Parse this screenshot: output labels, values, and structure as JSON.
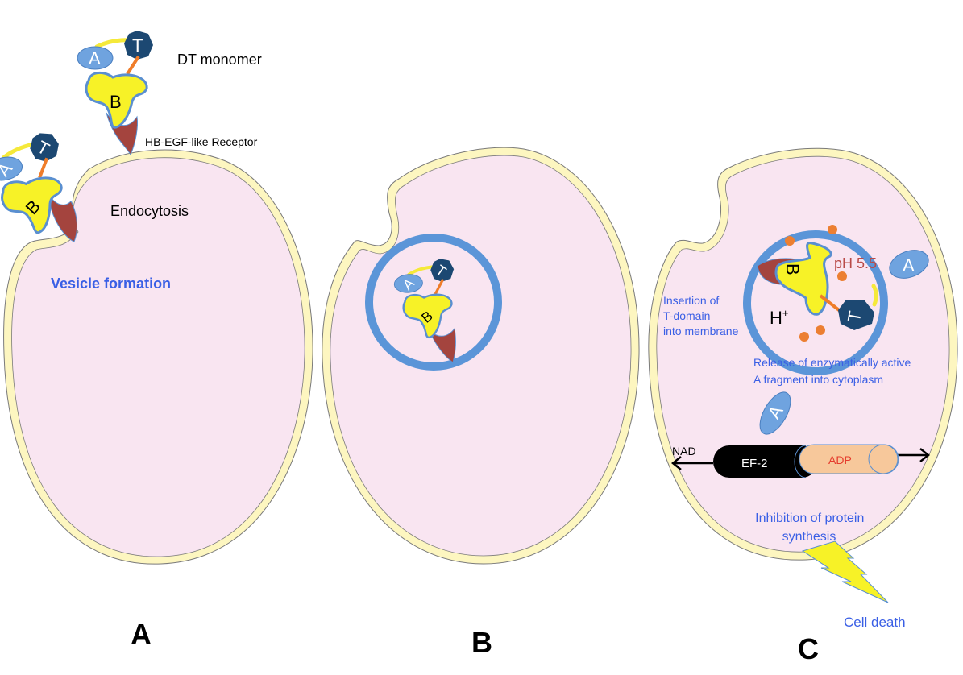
{
  "panels": {
    "a": {
      "label": "A",
      "dt_monomer_label": "DT monomer",
      "receptor_label": "HB-EGF-like Receptor",
      "endocytosis_label": "Endocytosis",
      "vesicle_formation_label": "Vesicle formation"
    },
    "b": {
      "label": "B"
    },
    "c": {
      "label": "C",
      "ph_label": "pH 5.5",
      "proton_label": "H",
      "proton_superscript": "+",
      "insertion_label": [
        "Insertion of",
        "T-domain",
        "into membrane"
      ],
      "release_label": [
        "Release of enzymatically active",
        "A fragment into cytoplasm"
      ],
      "nad_label": "NAD",
      "ef2_label": "EF-2",
      "adp_label": "ADP",
      "inhibition_label": [
        "Inhibition of protein",
        "synthesis"
      ],
      "cell_death_label": "Cell death"
    }
  },
  "fragments": {
    "a_letter": "A",
    "b_letter": "B",
    "t_letter": "T"
  },
  "colors": {
    "membrane": "#fdf6c0",
    "cytoplasm": "#f9e5f1",
    "fragment_a": "#6fa3df",
    "fragment_t": "#1c4872",
    "fragment_b": "#f7f227",
    "receptor": "#a4443e",
    "vesicle": "#5b95d8",
    "proton": "#ec7f32",
    "annotation_blue": "#3a5fe5",
    "ph_red": "#b94a48",
    "ef2": "#000000",
    "adp": "#f7c89b",
    "adp_text": "#e53b2c",
    "lightning": "#f7f227"
  }
}
